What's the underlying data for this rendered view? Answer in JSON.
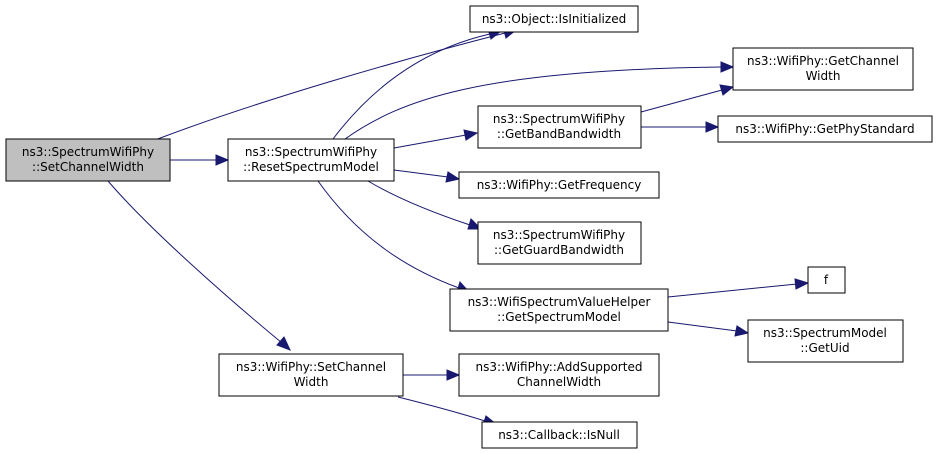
{
  "colors": {
    "edge": "#191970",
    "root_fill": "#bfbfbf",
    "node_fill": "#ffffff",
    "border": "#000000"
  },
  "nodes": {
    "root": {
      "line1": "ns3::SpectrumWifiPhy",
      "line2": "::SetChannelWidth"
    },
    "reset": {
      "line1": "ns3::SpectrumWifiPhy",
      "line2": "::ResetSpectrumModel"
    },
    "wifiset": {
      "line1": "ns3::WifiPhy::SetChannel",
      "line2": "Width"
    },
    "isinit": {
      "line1": "ns3::Object::IsInitialized"
    },
    "getchw": {
      "line1": "ns3::WifiPhy::GetChannel",
      "line2": "Width"
    },
    "getband": {
      "line1": "ns3::SpectrumWifiPhy",
      "line2": "::GetBandBandwidth"
    },
    "getstd": {
      "line1": "ns3::WifiPhy::GetPhyStandard"
    },
    "getfreq": {
      "line1": "ns3::WifiPhy::GetFrequency"
    },
    "getguard": {
      "line1": "ns3::SpectrumWifiPhy",
      "line2": "::GetGuardBandwidth"
    },
    "getspec": {
      "line1": "ns3::WifiSpectrumValueHelper",
      "line2": "::GetSpectrumModel"
    },
    "f": {
      "line1": "f"
    },
    "getuid": {
      "line1": "ns3::SpectrumModel",
      "line2": "::GetUid"
    },
    "addsup": {
      "line1": "ns3::WifiPhy::AddSupported",
      "line2": "ChannelWidth"
    },
    "isnull": {
      "line1": "ns3::Callback::IsNull"
    }
  }
}
